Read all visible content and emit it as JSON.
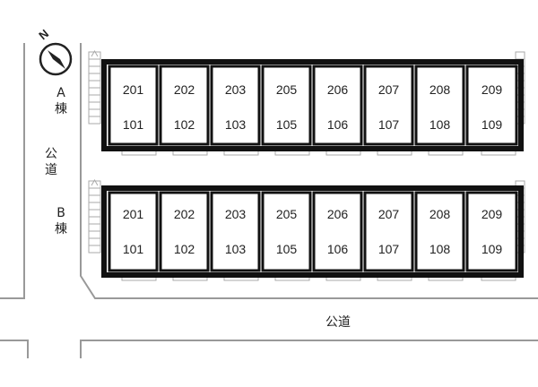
{
  "compass": {
    "letter": "N"
  },
  "buildings": [
    {
      "name_chars": [
        "A",
        "棟"
      ],
      "units": [
        {
          "upper": "201",
          "lower": "101"
        },
        {
          "upper": "202",
          "lower": "102"
        },
        {
          "upper": "203",
          "lower": "103"
        },
        {
          "upper": "205",
          "lower": "105"
        },
        {
          "upper": "206",
          "lower": "106"
        },
        {
          "upper": "207",
          "lower": "107"
        },
        {
          "upper": "208",
          "lower": "108"
        },
        {
          "upper": "209",
          "lower": "109"
        }
      ]
    },
    {
      "name_chars": [
        "B",
        "棟"
      ],
      "units": [
        {
          "upper": "201",
          "lower": "101"
        },
        {
          "upper": "202",
          "lower": "102"
        },
        {
          "upper": "203",
          "lower": "103"
        },
        {
          "upper": "205",
          "lower": "105"
        },
        {
          "upper": "206",
          "lower": "106"
        },
        {
          "upper": "207",
          "lower": "107"
        },
        {
          "upper": "208",
          "lower": "108"
        },
        {
          "upper": "209",
          "lower": "109"
        }
      ]
    }
  ],
  "roads": {
    "west_chars": [
      "公",
      "道"
    ],
    "south": "公道"
  }
}
